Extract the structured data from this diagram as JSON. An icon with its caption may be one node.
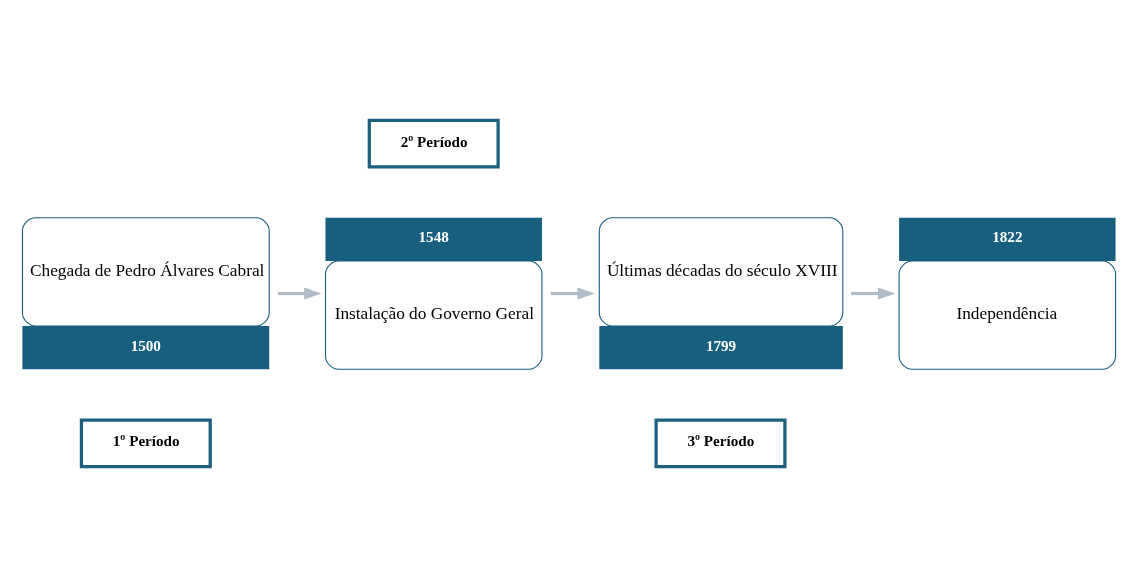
{
  "diagram": {
    "nodes": [
      {
        "text": [
          "Chegada de Pedro Álvares Cabral",
          "1500"
        ]
      },
      {
        "text": [
          "1548",
          "Instalação do Governo Geral"
        ]
      },
      {
        "text": [
          "Últimas décadas do século XVIII",
          "1799"
        ]
      },
      {
        "text": [
          "1822",
          "Independência"
        ]
      },
      {
        "text": [
          "1º Período"
        ]
      },
      {
        "text": [
          "2º Período"
        ]
      },
      {
        "text": [
          "3º Período"
        ]
      }
    ],
    "edges": [
      {
        "from": 0,
        "to": 1,
        "arrow": "to"
      },
      {
        "from": 1,
        "to": 2,
        "arrow": "to"
      },
      {
        "from": 2,
        "to": 3,
        "arrow": "to"
      }
    ]
  }
}
